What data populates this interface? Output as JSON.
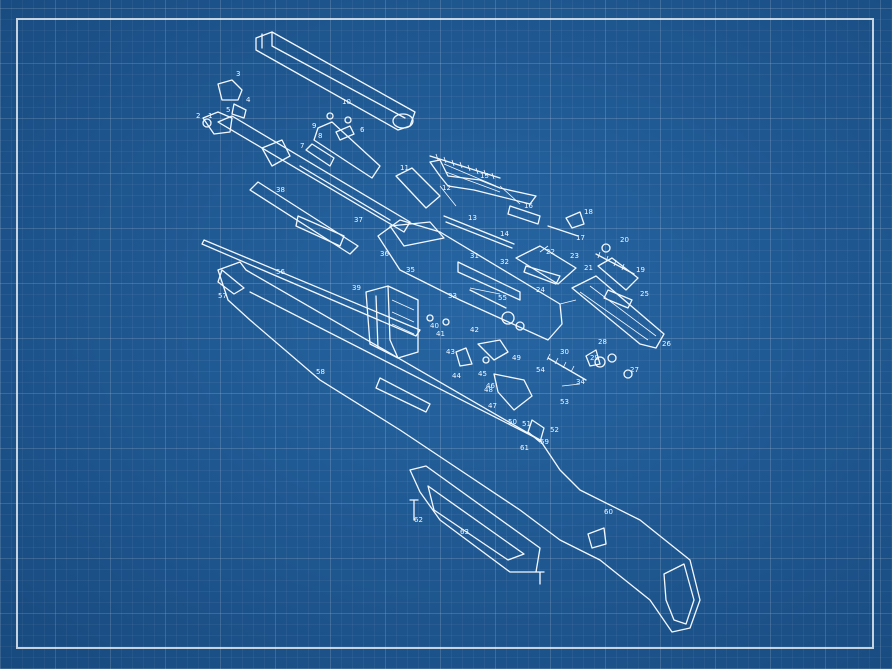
{
  "diagram": {
    "part_numbers": [
      "1",
      "2",
      "3",
      "4",
      "5",
      "6",
      "7",
      "8",
      "9",
      "10",
      "11",
      "12",
      "13",
      "14",
      "15",
      "16",
      "17",
      "18",
      "19",
      "20",
      "21",
      "22",
      "23",
      "24",
      "25",
      "26",
      "27",
      "28",
      "29",
      "30",
      "31",
      "32",
      "33",
      "34",
      "35",
      "36",
      "37",
      "38",
      "39",
      "40",
      "41",
      "42",
      "43",
      "44",
      "45",
      "46",
      "47",
      "48",
      "49",
      "50",
      "51",
      "52",
      "53",
      "54",
      "55",
      "56",
      "57",
      "58",
      "59",
      "60",
      "61",
      "62",
      "63"
    ]
  },
  "colors": {
    "background": "#1f5c97",
    "lines": "#f4f8ff"
  }
}
